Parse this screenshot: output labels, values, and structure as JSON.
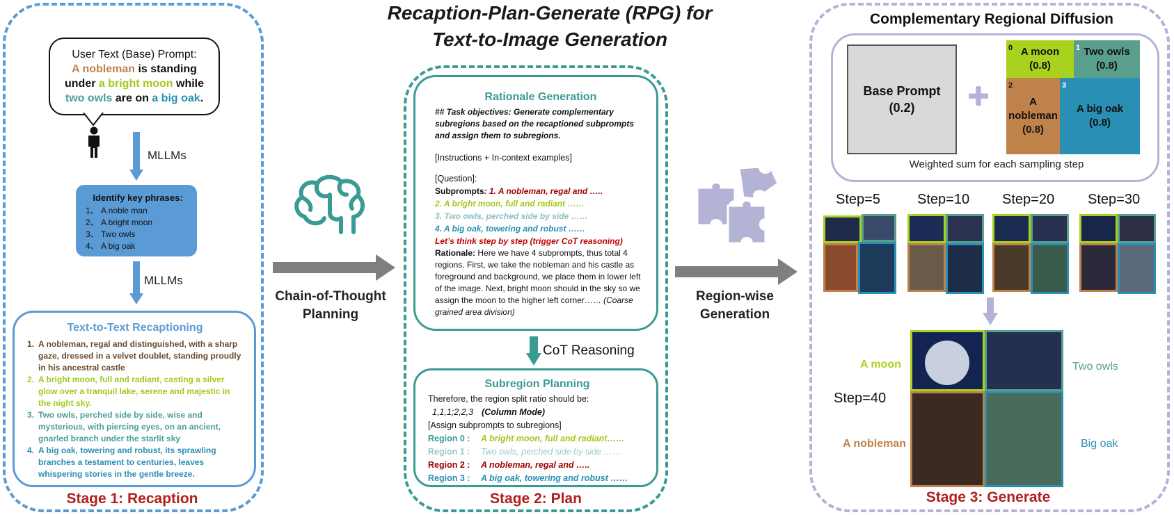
{
  "title": {
    "line1": "Recaption-Plan-Generate (RPG) for",
    "line2": "Text-to-Image Generation"
  },
  "stage1": {
    "label": "Stage 1: Recaption",
    "prompt": {
      "heading": "User Text (Base) Prompt",
      "colon": ":",
      "noble": "A nobleman",
      "t1": " is standing",
      "t2": "under ",
      "moon": "a bright moon",
      "t3": " while",
      "owls": "two owls",
      "t4": " are on ",
      "oak": "a big oak",
      "t5": "."
    },
    "arrow1_label": "MLLMs",
    "arrow2_label": "MLLMs",
    "keyphrases": {
      "heading": "Identify key phrases:",
      "items": [
        "1、 A noble man",
        "2、 A bright moon",
        "3、 Two owls",
        "4、 A big oak"
      ]
    },
    "recaption": {
      "heading": "Text-to-Text Recaptioning",
      "items": [
        {
          "num": "1.",
          "text": "A nobleman, regal and distinguished, with a sharp gaze, dressed in a velvet doublet, standing proudly in his ancestral castle"
        },
        {
          "num": "2.",
          "text": "A bright moon, full and radiant, casting a silver glow over a tranquil lake, serene and majestic in the night sky."
        },
        {
          "num": "3.",
          "text": "Two owls, perched side by side, wise and mysterious, with piercing eyes, on an ancient, gnarled branch under the starlit sky"
        },
        {
          "num": "4.",
          "text": "A big oak, towering and robust, its sprawling branches a testament to centuries, leaves whispering stories in the gentle breeze."
        }
      ]
    }
  },
  "middle1": {
    "line1": "Chain-of-Thought",
    "line2": "Planning"
  },
  "middle2": {
    "line1": "Region-wise",
    "line2": "Generation"
  },
  "stage2": {
    "label": "Stage 2: Plan",
    "rationale": {
      "heading": "Rationale Generation",
      "task": "## Task objectives: Generate complementary subregions based on the recaptioned subprompts and assign them to subregions.",
      "instructions": "[Instructions + In-context examples]",
      "question": "[Question]:",
      "subprompts_label": "Subprompts",
      "sp1": ": 1. A nobleman, regal and …..",
      "sp2": "2. A bright moon, full and radiant ……",
      "sp3": "3. Two owls, perched side by side ……",
      "sp4": "4. A big oak, towering and robust ……",
      "cot": "Let’s think step by step (trigger CoT reasoning)",
      "rationale_label": "Rationale:",
      "rationale_text": "  Here we have 4 subprompts, thus total 4 regions. First, we take the nobleman and his castle as foreground and background, we place them in lower left of the image. Next, bright moon should in the sky so we assign the moon to the higher left corner……",
      "rationale_note": " (Coarse grained area division)"
    },
    "cot_reasoning": "CoT Reasoning",
    "subregion": {
      "heading": "Subregion Planning",
      "line1": "Therefore, the region split ratio should be:",
      "ratio": "1,1,1;2,2,3",
      "mode": "(Column Mode)",
      "assign": "[Assign subprompts to subregions]",
      "regions": [
        {
          "label": "Region 0 :",
          "text": "A bright moon, full and  radiant……"
        },
        {
          "label": "Region 1 :",
          "text": "Two owls, perched side by side ……"
        },
        {
          "label": "Region 2 :",
          "text": "A nobleman, regal and ….."
        },
        {
          "label": "Region 3 :",
          "text": "A big oak, towering and robust  ……"
        }
      ]
    }
  },
  "stage3": {
    "label": "Stage 3: Generate",
    "crd_title": "Complementary Regional Diffusion",
    "base": {
      "name": "Base Prompt",
      "weight": "(0.2)"
    },
    "plus": "✚",
    "regions": [
      {
        "idx": "0",
        "name": "A moon",
        "weight": "(0.8)",
        "color": "#a9d21e"
      },
      {
        "idx": "1",
        "name": "Two owls",
        "weight": "(0.8)",
        "color": "#5a9e8e"
      },
      {
        "idx": "2",
        "name": "A nobleman",
        "weight": "(0.8)",
        "color": "#c0824b"
      },
      {
        "idx": "3",
        "name": "A big oak",
        "weight": "(0.8)",
        "color": "#2a8fb4"
      }
    ],
    "caption": "Weighted sum for each sampling step",
    "steps": [
      "Step=5",
      "Step=10",
      "Step=20",
      "Step=30"
    ],
    "final_step": "Step=40",
    "labels": {
      "moon": "A moon",
      "owls": "Two owls",
      "noble": "A nobleman",
      "oak": "Big oak"
    }
  },
  "colors": {
    "stage1_blue": "#5b9bd5",
    "stage2_teal": "#3a9a94",
    "stage3_lavender": "#b3b3d6",
    "stage_label_red": "#b02020",
    "arrow_gray": "#7f7f7f"
  }
}
